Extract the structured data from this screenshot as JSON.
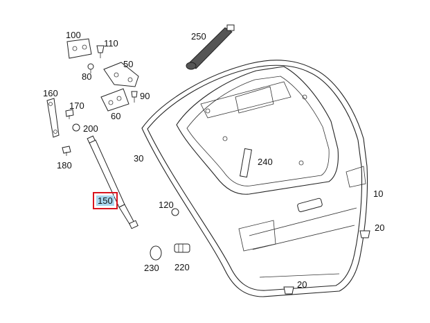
{
  "diagram": {
    "highlighted_part": "150",
    "colors": {
      "highlight_fill": "#a9d7ef",
      "highlight_border": "#d9141e",
      "line": "#222222"
    },
    "callouts": [
      {
        "id": "p100",
        "label": "100"
      },
      {
        "id": "p110",
        "label": "110"
      },
      {
        "id": "p50",
        "label": "50"
      },
      {
        "id": "p80",
        "label": "80"
      },
      {
        "id": "p90",
        "label": "90"
      },
      {
        "id": "p160",
        "label": "160"
      },
      {
        "id": "p170",
        "label": "170"
      },
      {
        "id": "p60",
        "label": "60"
      },
      {
        "id": "p200",
        "label": "200"
      },
      {
        "id": "p180",
        "label": "180"
      },
      {
        "id": "p30",
        "label": "30"
      },
      {
        "id": "p150",
        "label": "150"
      },
      {
        "id": "p250",
        "label": "250"
      },
      {
        "id": "p240",
        "label": "240"
      },
      {
        "id": "p10",
        "label": "10"
      },
      {
        "id": "p120",
        "label": "120"
      },
      {
        "id": "p20a",
        "label": "20"
      },
      {
        "id": "p230",
        "label": "230"
      },
      {
        "id": "p220",
        "label": "220"
      },
      {
        "id": "p20b",
        "label": "20"
      }
    ]
  }
}
